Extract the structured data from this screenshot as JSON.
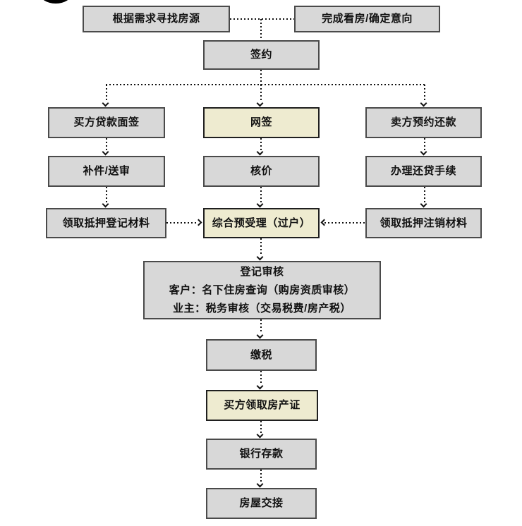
{
  "diagram": {
    "title_hint": "二手房交易流程图",
    "colors": {
      "background": "#ffffff",
      "node_fill": "#d8d8d8",
      "node_border": "#4a4a4a",
      "highlight_fill": "#eeebd0",
      "highlight_border": "#1f1f1f",
      "connector": "#111111",
      "text": "#111111",
      "corner_mark": "#000000"
    },
    "nodes": {
      "find_listing": {
        "label": "根据需求寻找房源"
      },
      "confirm_intent": {
        "label": "完成看房/确定意向"
      },
      "sign_contract": {
        "label": "签约"
      },
      "buyer_loan_interview": {
        "label": "买方贷款面签"
      },
      "online_sign": {
        "label": "网签"
      },
      "seller_repay_appointment": {
        "label": "卖方预约还款"
      },
      "supplement_review": {
        "label": "补件/送审"
      },
      "price_check": {
        "label": "核价"
      },
      "loan_repay_procedure": {
        "label": "办理还贷手续"
      },
      "mortgage_reg_materials": {
        "label": "领取抵押登记材料"
      },
      "pre_acceptance_transfer": {
        "label": "综合预受理（过户）"
      },
      "mortgage_cancel_materials": {
        "label": "领取抵押注销材料"
      },
      "registration_review": {
        "line1": "登记审核",
        "line2": "客户：名下住房查询（购房资质审核）",
        "line3": "业主：税务审核（交易税费/房产税）"
      },
      "pay_tax": {
        "label": "缴税"
      },
      "buyer_get_cert": {
        "label": "买方领取房产证"
      },
      "bank_deposit": {
        "label": "银行存款"
      },
      "house_handover": {
        "label": "房屋交接"
      }
    }
  }
}
